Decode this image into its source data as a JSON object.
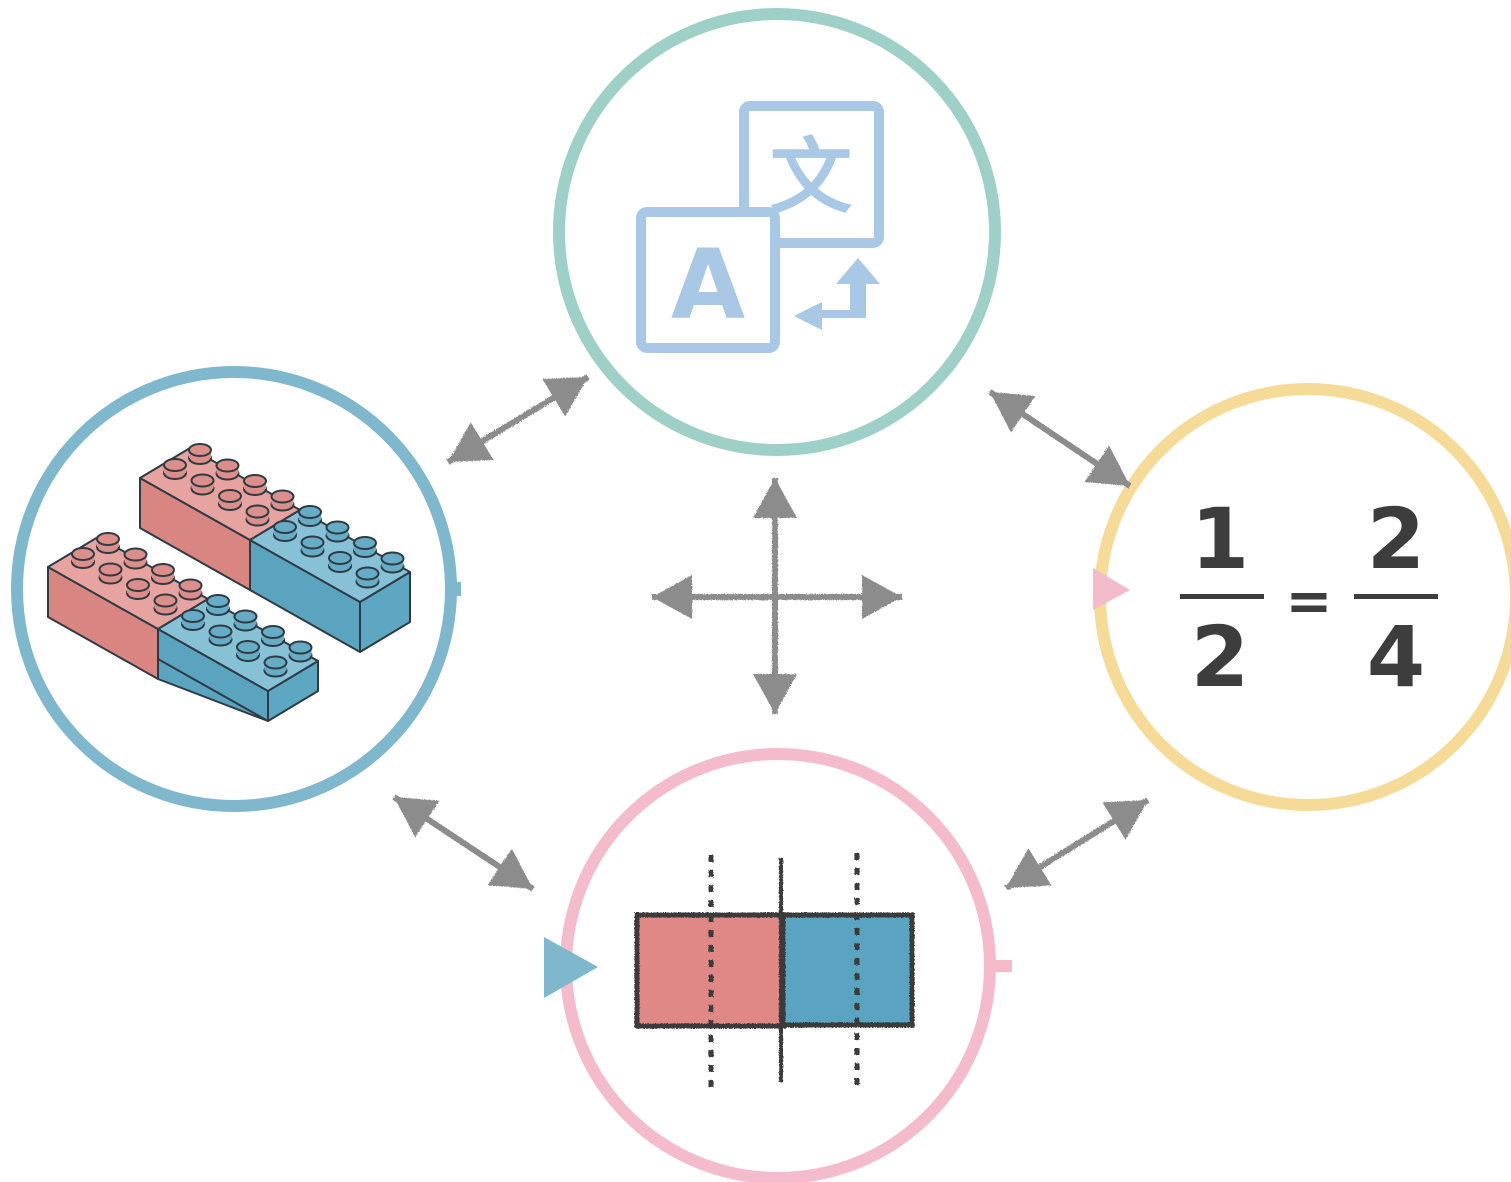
{
  "diagram": {
    "type": "representation-cycle",
    "colors": {
      "top_ring": "#9fd0c8",
      "left_ring": "#7fb7cc",
      "right_ring": "#f6da98",
      "bottom_ring": "#f4bccb",
      "arrow": "#8c8c8c",
      "brick_red": "#d98582",
      "brick_blue": "#5ba4c0",
      "strip_red": "#e08886",
      "strip_blue": "#5aa4c2",
      "translate_icon": "#a9c8e6",
      "fraction_text": "#3d3d3d",
      "marker_pink": "#f4bccb",
      "marker_blue": "#7fb7cc"
    },
    "nodes": {
      "top": {
        "icon": "translate-icon",
        "glyph_a": "A",
        "glyph_b": "文"
      },
      "left": {
        "icon": "building-bricks-icon"
      },
      "right": {
        "icon": "fraction-equation",
        "fraction1": {
          "numerator": "1",
          "denominator": "2"
        },
        "equals": "=",
        "fraction2": {
          "numerator": "2",
          "denominator": "4"
        }
      },
      "bottom": {
        "icon": "fraction-strip-icon"
      }
    },
    "connections": [
      {
        "from": "top",
        "to": "left",
        "style": "double-arrow"
      },
      {
        "from": "top",
        "to": "right",
        "style": "double-arrow"
      },
      {
        "from": "left",
        "to": "bottom",
        "style": "double-arrow"
      },
      {
        "from": "right",
        "to": "bottom",
        "style": "double-arrow"
      },
      {
        "from": "center",
        "style": "four-way-arrow"
      }
    ]
  }
}
